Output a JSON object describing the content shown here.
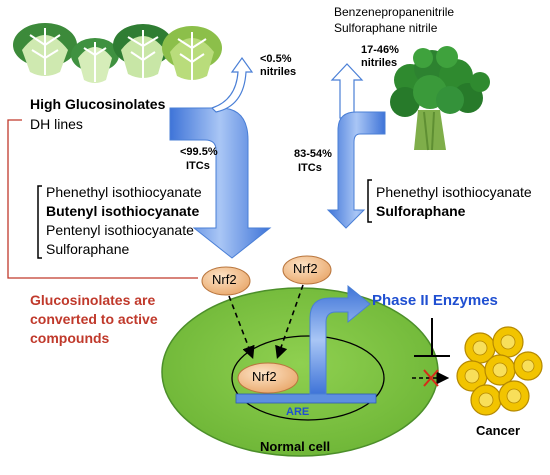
{
  "left_group": {
    "title": "High Glucosinolates",
    "subtitle": "DH lines",
    "nitrile_pct": "<0.5%",
    "nitrile_label": "nitriles",
    "itc_pct": "<99.5%",
    "itc_label": "ITCs",
    "compounds": [
      "Phenethyl isothiocyanate",
      "Butenyl isothiocyanate",
      "Pentenyl isothiocyanate",
      "Sulforaphane"
    ]
  },
  "right_group": {
    "nitrile_names": [
      "Benzenepropanenitrile",
      "Sulforaphane nitrile"
    ],
    "nitrile_pct": "17-46%",
    "nitrile_label": "nitriles",
    "itc_pct": "83-54%",
    "itc_label": "ITCs",
    "compounds": [
      "Phenethyl isothiocyanate",
      "Sulforaphane"
    ]
  },
  "note": [
    "Glucosinolates are",
    "converted to active",
    "compounds"
  ],
  "nrf2_label": "Nrf2",
  "phase2_label": "Phase II Enzymes",
  "are_label": "ARE",
  "normal_cell_label": "Normal cell",
  "cancer_label": "Cancer",
  "colors": {
    "arrow_blue": "#6f9de8",
    "cell_green": "#7dc242",
    "nrf2_fill": "#f3c9a0",
    "cancer_yellow": "#f2c400",
    "note_red": "#c0392b",
    "phase2_blue": "#1f4fd1"
  }
}
